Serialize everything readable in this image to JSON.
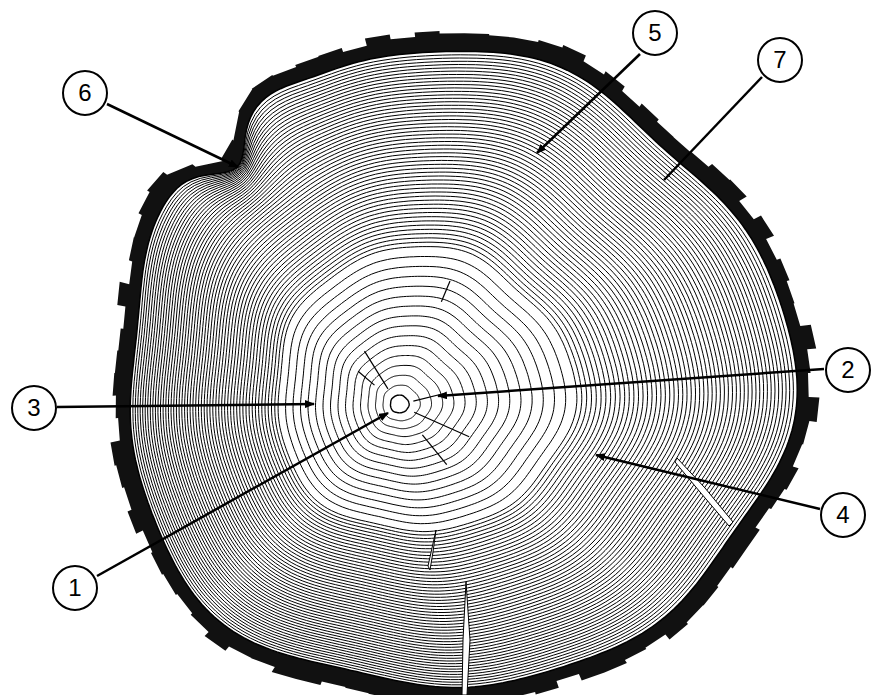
{
  "diagram": {
    "labels": [
      "5",
      "7",
      "6",
      "2",
      "3",
      "4",
      "1"
    ]
  }
}
